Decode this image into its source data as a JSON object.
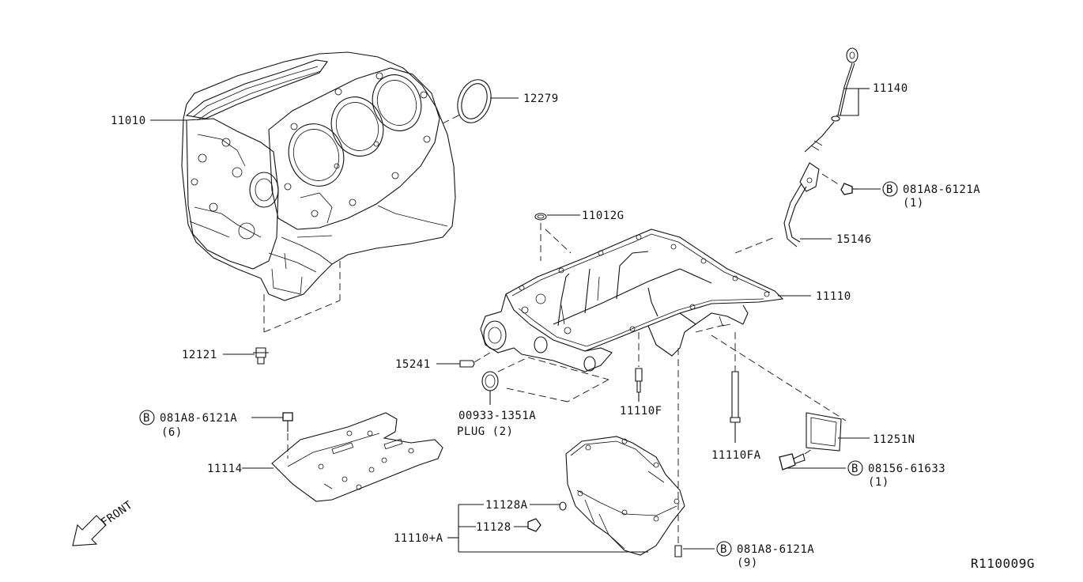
{
  "diagram_id": "R110009G",
  "front_label": "FRONT",
  "parts": [
    {
      "id": "p11010",
      "number": "11010"
    },
    {
      "id": "p12279",
      "number": "12279"
    },
    {
      "id": "p11140",
      "number": "11140"
    },
    {
      "id": "p15146",
      "number": "15146"
    },
    {
      "id": "p11012G",
      "number": "11012G"
    },
    {
      "id": "p11110",
      "number": "11110"
    },
    {
      "id": "p12121",
      "number": "12121"
    },
    {
      "id": "p15241",
      "number": "15241"
    },
    {
      "id": "p00933",
      "number": "00933-1351A",
      "sub": "PLUG (2)"
    },
    {
      "id": "p11110F",
      "number": "11110F"
    },
    {
      "id": "p11110FA",
      "number": "11110FA"
    },
    {
      "id": "p11251N",
      "number": "11251N"
    },
    {
      "id": "p11114",
      "number": "11114"
    },
    {
      "id": "p11128A",
      "number": "11128A"
    },
    {
      "id": "p11128",
      "number": "11128"
    },
    {
      "id": "p11110A",
      "number": "11110+A"
    }
  ],
  "bolts": [
    {
      "id": "b1",
      "circle": "B",
      "number": "081A8-6121A",
      "qty": "(1)"
    },
    {
      "id": "b2",
      "circle": "B",
      "number": "081A8-6121A",
      "qty": "(6)"
    },
    {
      "id": "b3",
      "circle": "B",
      "number": "08156-61633",
      "qty": "(1)"
    },
    {
      "id": "b4",
      "circle": "B",
      "number": "081A8-6121A",
      "qty": "(9)"
    }
  ]
}
